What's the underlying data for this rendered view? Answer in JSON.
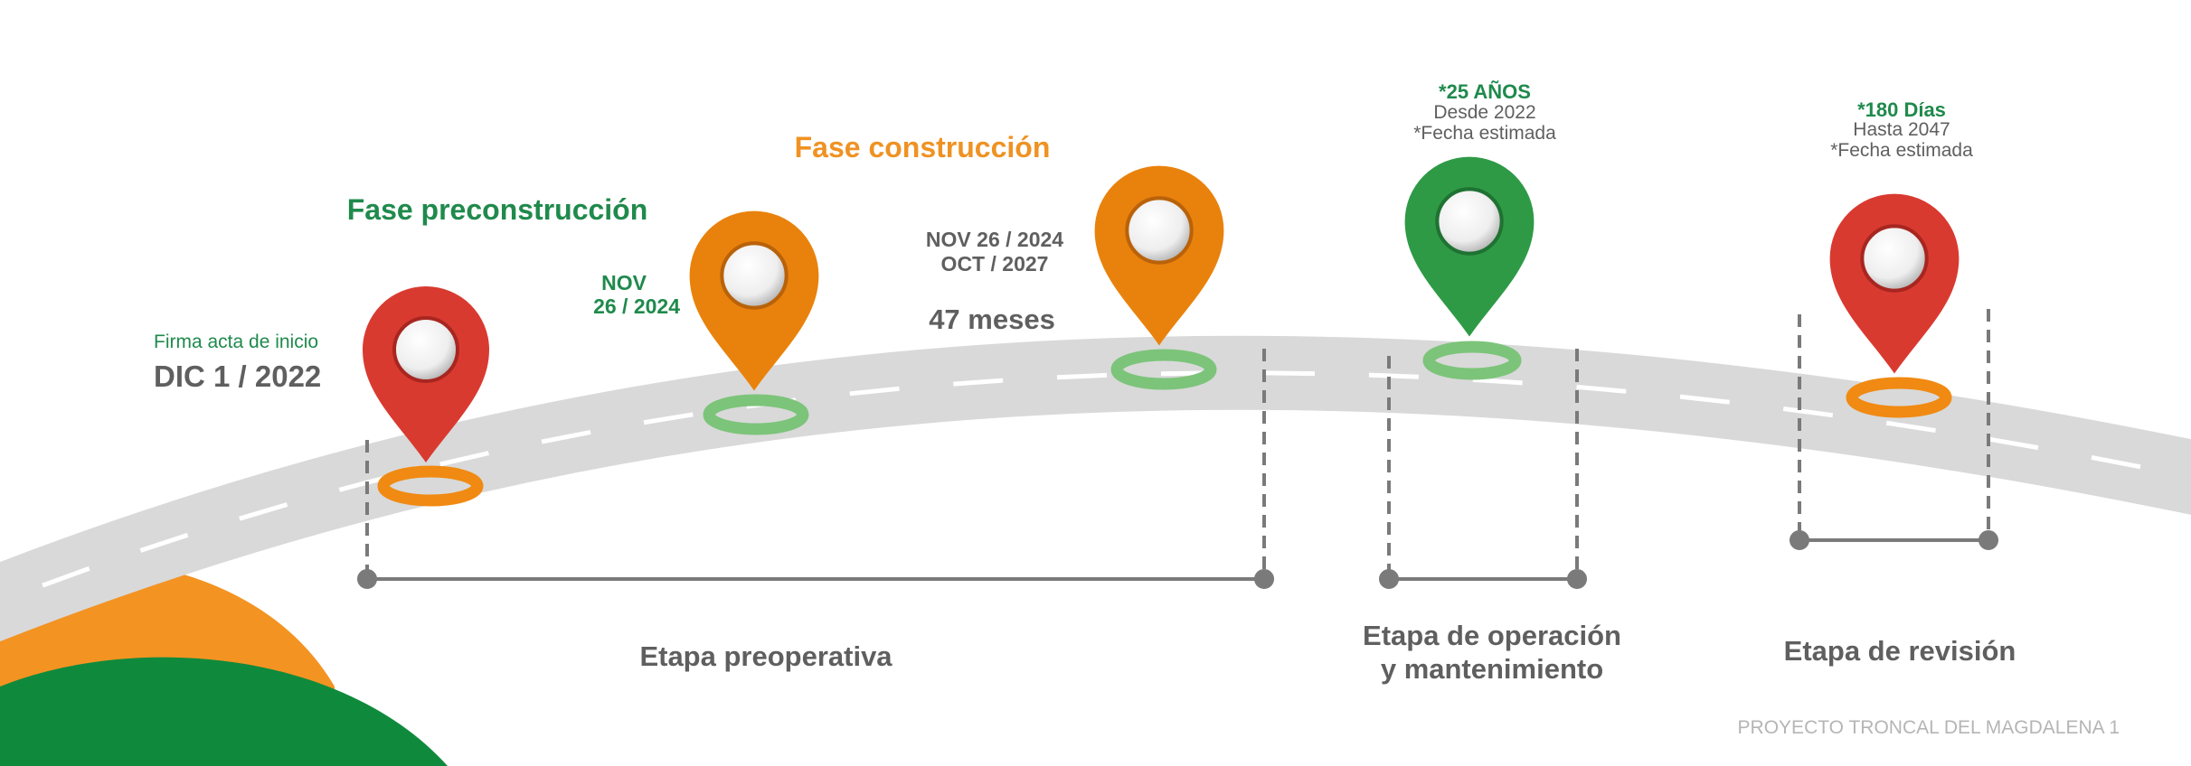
{
  "phases": {
    "preconstruction": "Fase preconstrucción",
    "construction": "Fase construcción"
  },
  "milestones": {
    "start_label": "Firma acta de inicio",
    "start_date": "DIC 1 / 2022",
    "preconstruction_end_line1": "NOV",
    "preconstruction_end_line2": "26 / 2024",
    "construction_range_line1": "NOV 26 / 2024",
    "construction_range_line2": "OCT / 2027",
    "construction_duration": "47 meses",
    "operation_duration": "*25 AÑOS",
    "operation_since": "Desde 2022",
    "operation_note": "*Fecha estimada",
    "review_duration": "*180 Días",
    "review_until": "Hasta 2047",
    "review_note": "*Fecha estimada"
  },
  "stages": {
    "preoperative": "Etapa preoperativa",
    "operation_line1": "Etapa de operación",
    "operation_line2": "y mantenimiento",
    "review": "Etapa de revisión"
  },
  "footer": "PROYECTO TRONCAL DEL MAGDALENA 1",
  "colors": {
    "green": "#2e9a46",
    "orange": "#e9820c",
    "red": "#d93a30",
    "road": "#d9d9d9",
    "line": "#7a7a7a"
  }
}
